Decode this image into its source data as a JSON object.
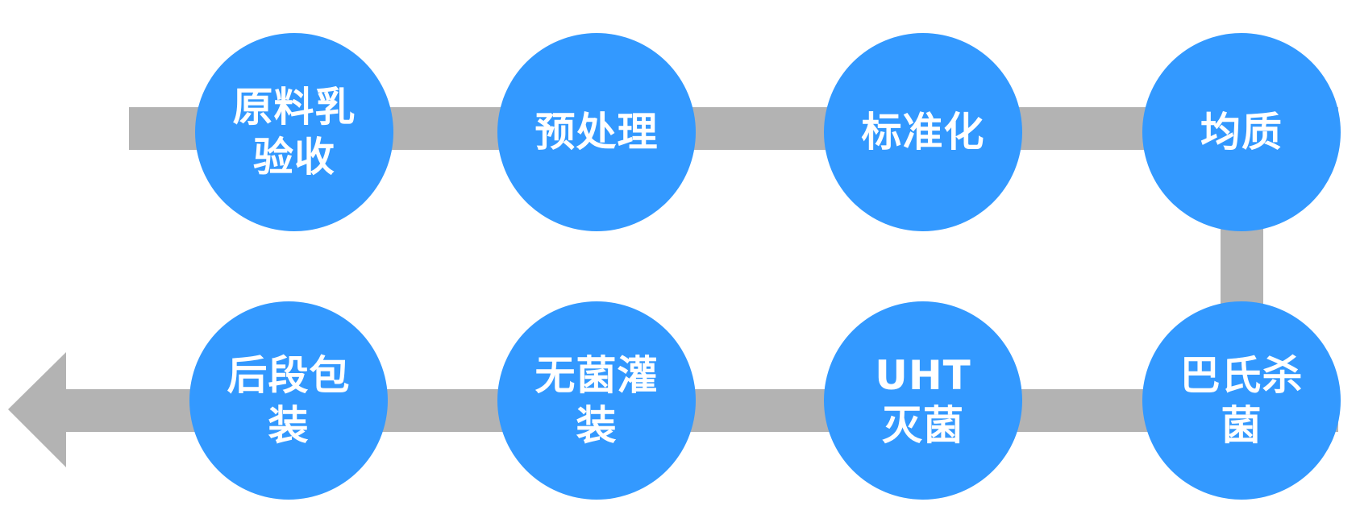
{
  "diagram": {
    "type": "process-flow",
    "colors": {
      "node_fill": "#3399ff",
      "node_text": "#ffffff",
      "connector": "#b3b3b3",
      "background": "#ffffff"
    },
    "arrow_direction": "left",
    "steps": [
      {
        "label": "原料乳验收"
      },
      {
        "label": "预处理"
      },
      {
        "label": "标准化"
      },
      {
        "label": "均质"
      },
      {
        "label": "巴氏杀菌"
      },
      {
        "label": "UHT 灭菌"
      },
      {
        "label": "无菌灌装"
      },
      {
        "label": "后段包装"
      }
    ]
  }
}
